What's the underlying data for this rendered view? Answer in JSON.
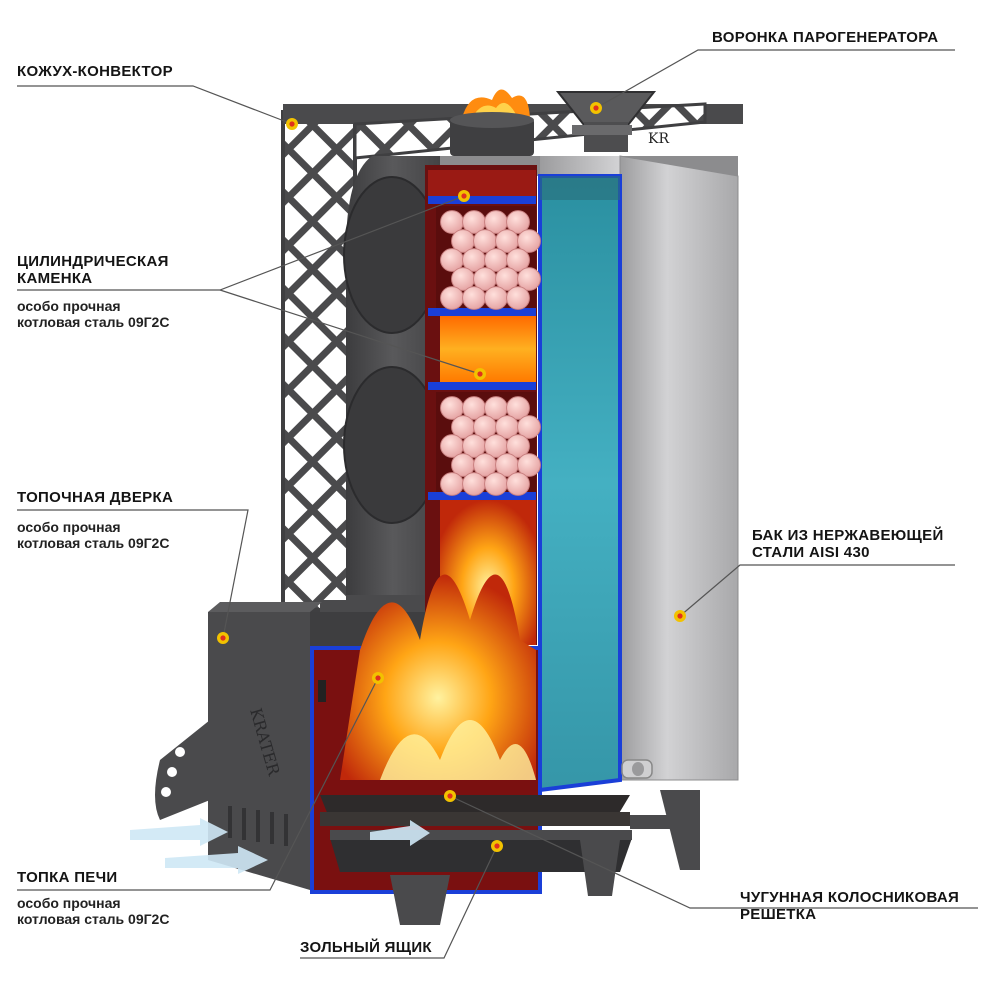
{
  "labels": {
    "convector": {
      "title": "КОЖУХ-КОНВЕКТОР"
    },
    "funnel": {
      "title": "ВОРОНКА ПАРОГЕНЕРАТОРА"
    },
    "heater": {
      "title_line1": "ЦИЛИНДРИЧЕСКАЯ",
      "title_line2": "КАМЕНКА",
      "sub_line1": "особо прочная",
      "sub_line2": "котловая сталь 09Г2С"
    },
    "door": {
      "title": "ТОПОЧНАЯ ДВЕРКА",
      "sub_line1": "особо прочная",
      "sub_line2": "котловая сталь 09Г2С"
    },
    "tank": {
      "title_line1": "БАК ИЗ НЕРЖАВЕЮЩЕЙ",
      "title_line2": "СТАЛИ AISI 430"
    },
    "firebox": {
      "title": "ТОПКА ПЕЧИ",
      "sub_line1": "особо прочная",
      "sub_line2": "котловая сталь 09Г2С"
    },
    "grate": {
      "title_line1": "ЧУГУННАЯ КОЛОСНИКОВАЯ",
      "title_line2": "РЕШЕТКА"
    },
    "ashbox": {
      "title": "ЗОЛЬНЫЙ ЯЩИК"
    }
  },
  "brand": {
    "door_emboss": "KRATER",
    "funnel_emboss": "KR"
  },
  "colors": {
    "steel": "#4a4a4c",
    "firebox_interior": "#7a1010",
    "water": "#3aa6b8",
    "tank": "#b9b9bb",
    "marker": "#f2c200",
    "marker_center": "#e0301e",
    "flame": "#ff8c10"
  }
}
